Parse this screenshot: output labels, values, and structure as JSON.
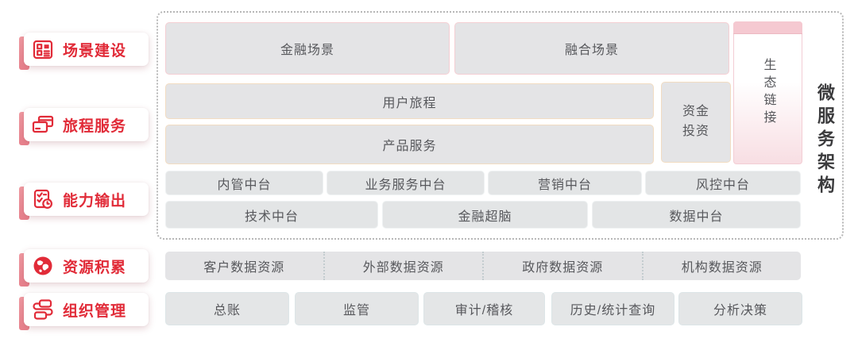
{
  "colors": {
    "accent_red": "#e12b38",
    "ribbon_pink": "#ee929b",
    "block_gray": "#e4e4e6",
    "pink_border": "#f4ced3",
    "tan_border": "#f2dcc2",
    "eco_cap_pink": "#f5c9d1",
    "text_gray": "#57585c",
    "dark_text": "#3b3b3d"
  },
  "sidebar": {
    "items": [
      {
        "label": "场景建设",
        "icon": "scene-grid-icon"
      },
      {
        "label": "旅程服务",
        "icon": "journey-cards-icon"
      },
      {
        "label": "能力输出",
        "icon": "checklist-clock-icon"
      },
      {
        "label": "资源积累",
        "icon": "globe-icon"
      },
      {
        "label": "组织管理",
        "icon": "org-flow-icon"
      }
    ]
  },
  "diagram": {
    "scene_row": [
      "金融场景",
      "融合场景"
    ],
    "journey_rows": [
      "用户旅程",
      "产品服务"
    ],
    "fund_lines": [
      "资金",
      "投资"
    ],
    "eco_label": "生态链接",
    "microservice_label": "微服务架构",
    "platform_row1": [
      "内管中台",
      "业务服务中台",
      "营销中台",
      "风控中台"
    ],
    "platform_row2": [
      "技术中台",
      "金融超脑",
      "数据中台"
    ],
    "data_resources": [
      "客户数据资源",
      "外部数据资源",
      "政府数据资源",
      "机构数据资源"
    ],
    "bottom_row": [
      "总账",
      "监管",
      "审计/稽核",
      "历史/统计查询",
      "分析决策"
    ]
  }
}
